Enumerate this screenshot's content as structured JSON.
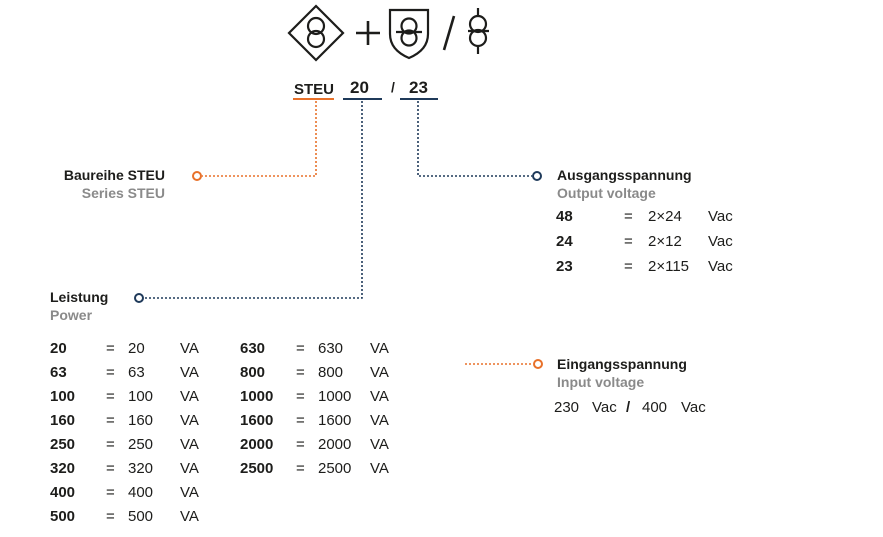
{
  "colors": {
    "orange": "#e8712a",
    "navy": "#1f3a5a",
    "text": "#1d1d1b",
    "grey": "#8a8a8a"
  },
  "icons": [
    "transformer-diamond-icon",
    "plus-icon",
    "transformer-shield-icon",
    "slash-icon",
    "transformer-icon"
  ],
  "code": {
    "series": "STEU",
    "power": "20",
    "sep": "/",
    "voltage": "23"
  },
  "series": {
    "title_de": "Baureihe STEU",
    "title_en": "Series STEU"
  },
  "output": {
    "title_de": "Ausgangsspannung",
    "title_en": "Output voltage",
    "rows": [
      {
        "code": "48",
        "eq": "=",
        "value": "2×24",
        "unit": "Vac"
      },
      {
        "code": "24",
        "eq": "=",
        "value": "2×12",
        "unit": "Vac"
      },
      {
        "code": "23",
        "eq": "=",
        "value": "2×115",
        "unit": "Vac"
      }
    ]
  },
  "power": {
    "title_de": "Leistung",
    "title_en": "Power",
    "col1": [
      {
        "code": "20",
        "eq": "=",
        "value": "20",
        "unit": "VA"
      },
      {
        "code": "63",
        "eq": "=",
        "value": "63",
        "unit": "VA"
      },
      {
        "code": "100",
        "eq": "=",
        "value": "100",
        "unit": "VA"
      },
      {
        "code": "160",
        "eq": "=",
        "value": "160",
        "unit": "VA"
      },
      {
        "code": "250",
        "eq": "=",
        "value": "250",
        "unit": "VA"
      },
      {
        "code": "320",
        "eq": "=",
        "value": "320",
        "unit": "VA"
      },
      {
        "code": "400",
        "eq": "=",
        "value": "400",
        "unit": "VA"
      },
      {
        "code": "500",
        "eq": "=",
        "value": "500",
        "unit": "VA"
      }
    ],
    "col2": [
      {
        "code": "630",
        "eq": "=",
        "value": "630",
        "unit": "VA"
      },
      {
        "code": "800",
        "eq": "=",
        "value": "800",
        "unit": "VA"
      },
      {
        "code": "1000",
        "eq": "=",
        "value": "1000",
        "unit": "VA"
      },
      {
        "code": "1600",
        "eq": "=",
        "value": "1600",
        "unit": "VA"
      },
      {
        "code": "2000",
        "eq": "=",
        "value": "2000",
        "unit": "VA"
      },
      {
        "code": "2500",
        "eq": "=",
        "value": "2500",
        "unit": "VA"
      }
    ]
  },
  "input": {
    "title_de": "Eingangsspannung",
    "title_en": "Input voltage",
    "v1": "230",
    "u1": "Vac",
    "sep": "/",
    "v2": "400",
    "u2": "Vac"
  }
}
